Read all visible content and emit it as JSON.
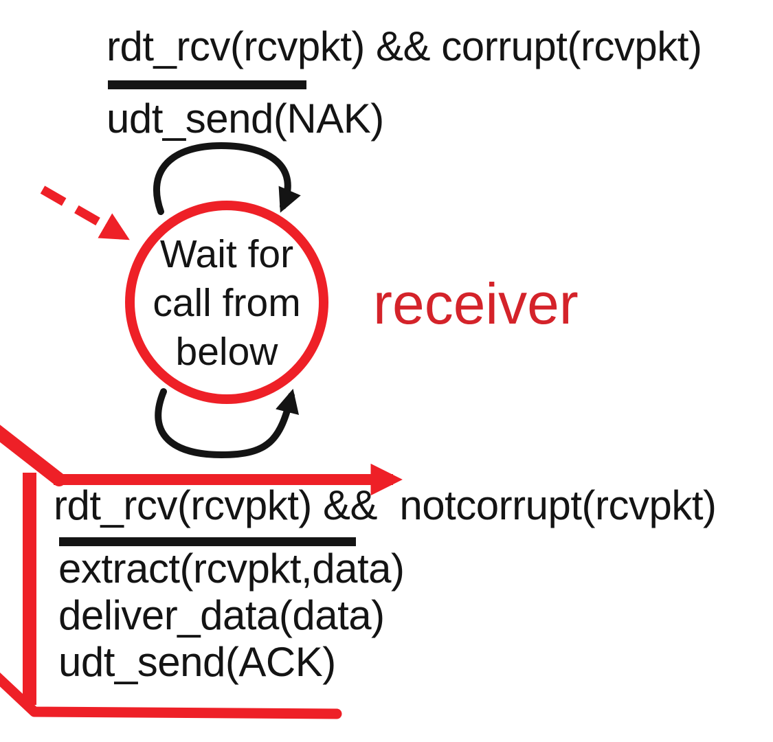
{
  "colors": {
    "red": "#ee2027",
    "dark_red": "#d4232a",
    "ink": "#141414"
  },
  "diagram": {
    "type": "finite-state-machine",
    "role_label": "receiver",
    "state": {
      "label": "Wait for\ncall from\nbelow"
    },
    "transitions": [
      {
        "id": "corrupt-self-loop",
        "event": "rdt_rcv(rcvpkt) && corrupt(rcvpkt)",
        "action": "udt_send(NAK)"
      },
      {
        "id": "notcorrupt-self-loop",
        "event": "rdt_rcv(rcvpkt) &&  notcorrupt(rcvpkt)",
        "actions": [
          "extract(rcvpkt,data)",
          "deliver_data(data)",
          "udt_send(ACK)"
        ]
      }
    ],
    "icons": [
      "initial-state-dashed-arrow",
      "self-loop-top-arrow",
      "self-loop-bottom-arrow",
      "highlight-arrow",
      "highlight-bracket"
    ]
  }
}
